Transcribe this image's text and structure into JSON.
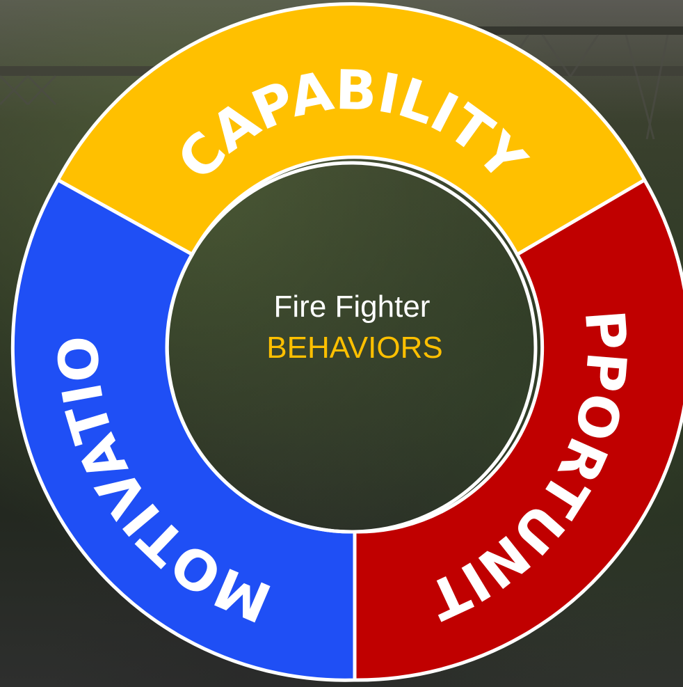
{
  "diagram": {
    "segments": [
      {
        "label": "CAPABILITY",
        "color": "#ffc000"
      },
      {
        "label": "OPPORTUNITY",
        "color": "#c00000"
      },
      {
        "label": "MOTIVATION",
        "color": "#1f4ff5"
      }
    ],
    "center": {
      "line1": "Fire Fighter",
      "line2": "BEHAVIORS"
    }
  }
}
